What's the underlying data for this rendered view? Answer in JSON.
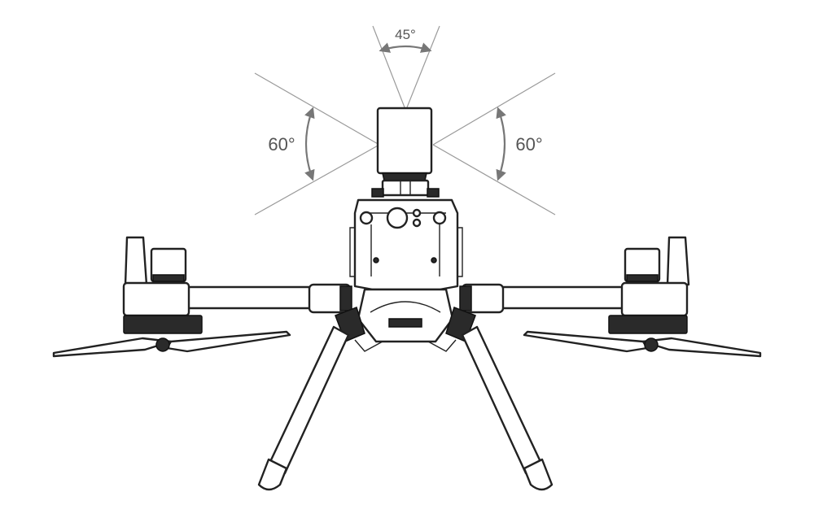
{
  "diagram": {
    "fov_labels": {
      "top": "45°",
      "left": "60°",
      "right": "60°"
    },
    "colors": {
      "lines": "#9a9a9a",
      "arrows": "#777777",
      "outline": "#222222",
      "label": "#555555"
    }
  }
}
